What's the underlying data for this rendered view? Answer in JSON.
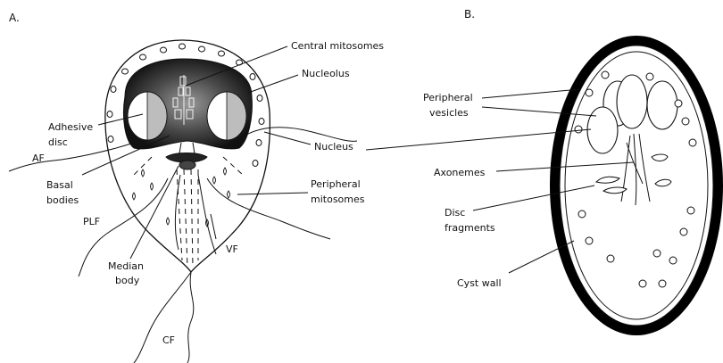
{
  "panel_a": {
    "panel_label": "A.",
    "labels": {
      "central_mitosomes": "Central mitosomes",
      "nucleolus": "Nucleolus",
      "adhesive_disc_1": "Adhesive",
      "adhesive_disc_2": "disc",
      "af": "AF",
      "basal_bodies_1": "Basal",
      "basal_bodies_2": "bodies",
      "plf": "PLF",
      "median_body_1": "Median",
      "median_body_2": "body",
      "vf": "VF",
      "cf": "CF",
      "nucleus": "Nucleus",
      "peripheral_mitosomes_1": "Peripheral",
      "peripheral_mitosomes_2": "mitosomes"
    }
  },
  "panel_b": {
    "panel_label": "B.",
    "labels": {
      "peripheral_vesicles_1": "Peripheral",
      "peripheral_vesicles_2": "vesicles",
      "axonemes": "Axonemes",
      "disc_fragments_1": "Disc",
      "disc_fragments_2": "fragments",
      "cyst_wall": "Cyst wall"
    }
  }
}
